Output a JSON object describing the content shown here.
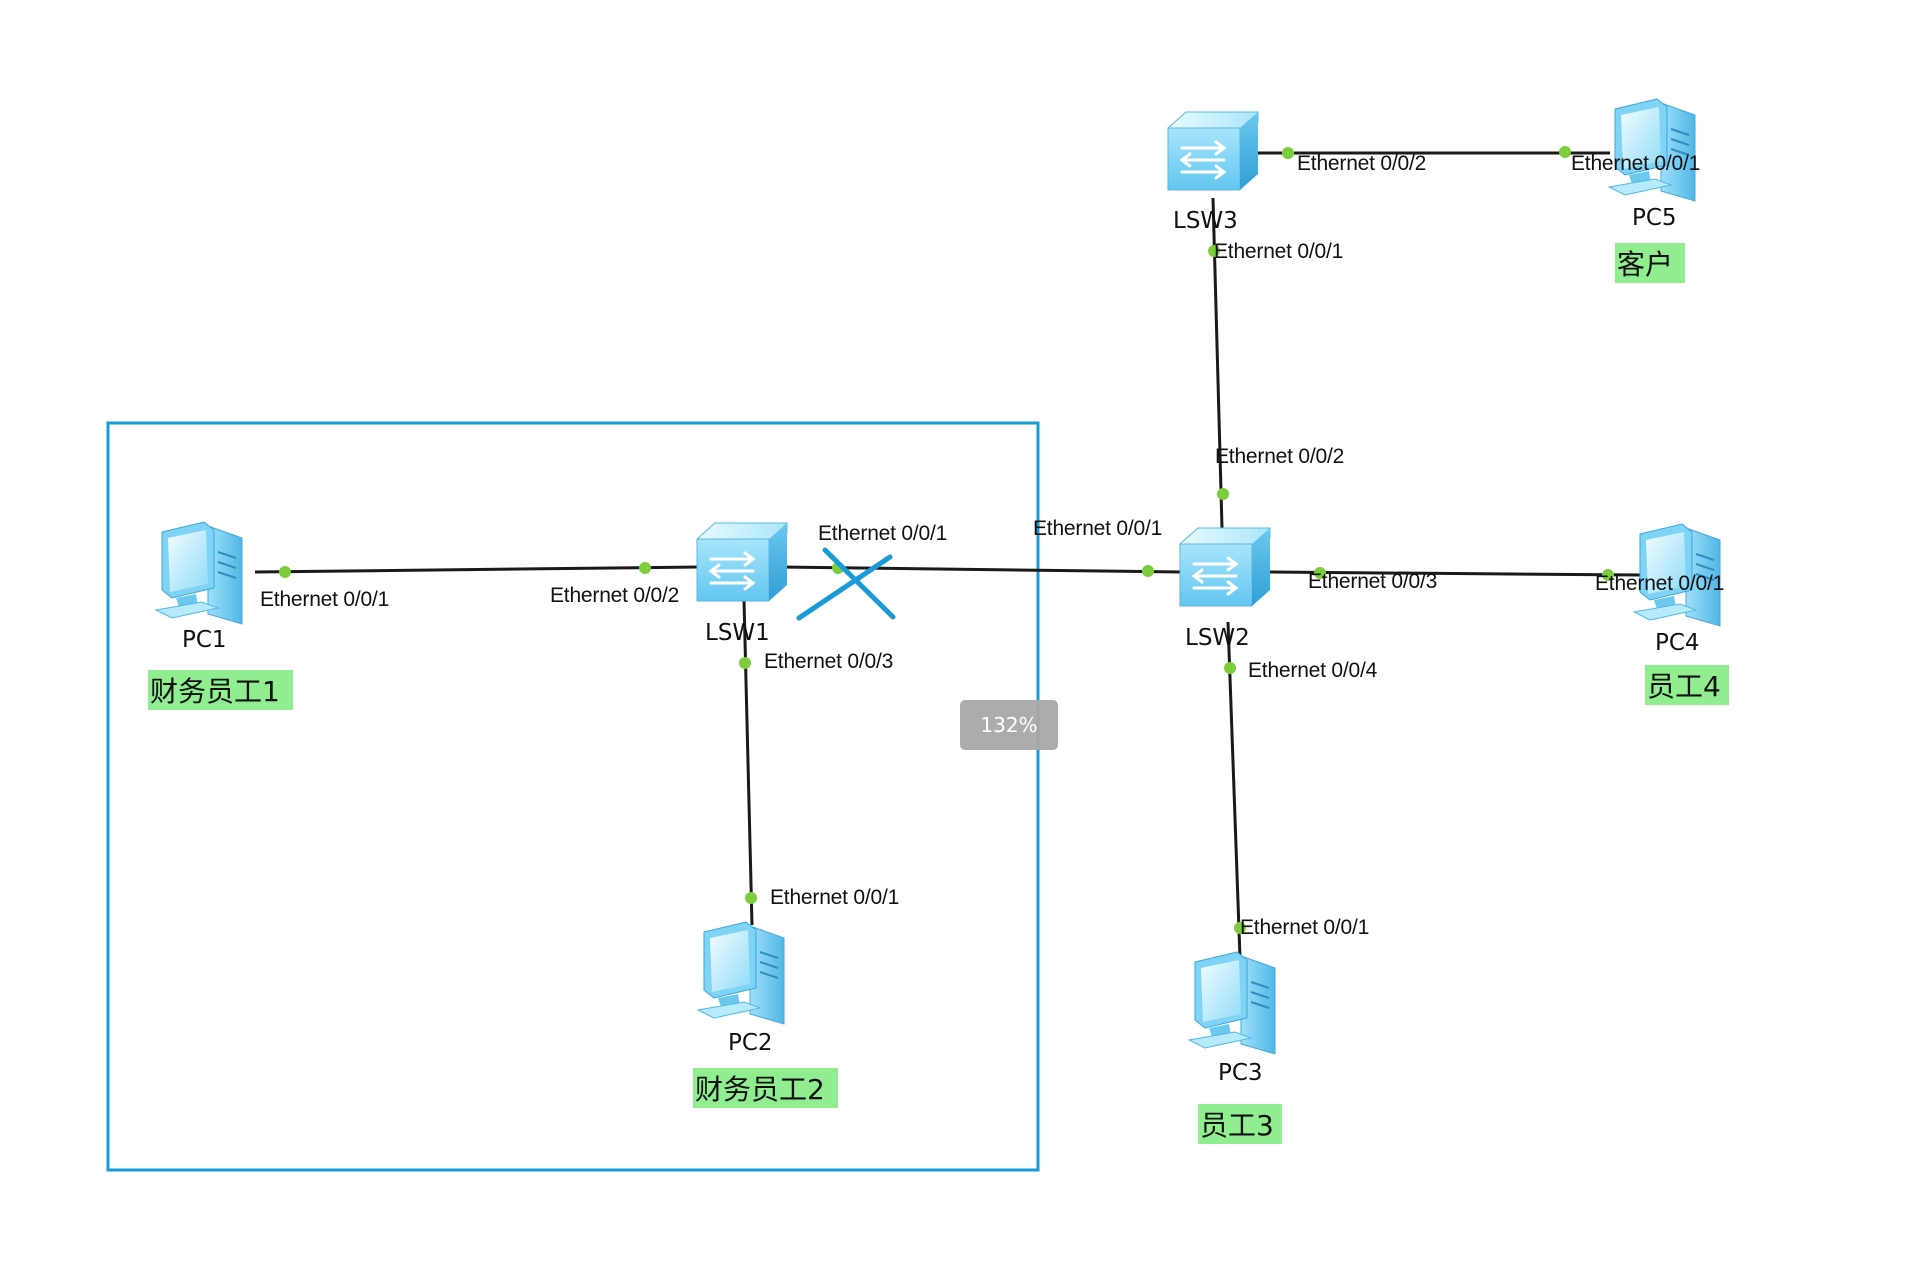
{
  "devices": {
    "lsw1": {
      "name": "LSW1",
      "type": "switch"
    },
    "lsw2": {
      "name": "LSW2",
      "type": "switch"
    },
    "lsw3": {
      "name": "LSW3",
      "type": "switch"
    },
    "pc1": {
      "name": "PC1",
      "type": "pc",
      "note": "财务员工1"
    },
    "pc2": {
      "name": "PC2",
      "type": "pc",
      "note": "财务员工2"
    },
    "pc3": {
      "name": "PC3",
      "type": "pc",
      "note": "员工3"
    },
    "pc4": {
      "name": "PC4",
      "type": "pc",
      "note": "员工4"
    },
    "pc5": {
      "name": "PC5",
      "type": "pc",
      "note": "客户"
    }
  },
  "links": [
    {
      "a": "pc1",
      "a_port": "Ethernet 0/0/1",
      "b": "lsw1",
      "b_port": "Ethernet 0/0/2"
    },
    {
      "a": "lsw1",
      "a_port": "Ethernet 0/0/1",
      "b": "lsw2",
      "b_port": "Ethernet 0/0/1",
      "marked": "blocked"
    },
    {
      "a": "lsw1",
      "a_port": "Ethernet 0/0/3",
      "b": "pc2",
      "b_port": "Ethernet 0/0/1"
    },
    {
      "a": "lsw2",
      "a_port": "Ethernet 0/0/3",
      "b": "pc4",
      "b_port": "Ethernet 0/0/1"
    },
    {
      "a": "lsw2",
      "a_port": "Ethernet 0/0/4",
      "b": "pc3",
      "b_port": "Ethernet 0/0/1"
    },
    {
      "a": "lsw2",
      "a_port": "Ethernet 0/0/2",
      "b": "lsw3",
      "b_port": "Ethernet 0/0/1"
    },
    {
      "a": "lsw3",
      "a_port": "Ethernet 0/0/2",
      "b": "pc5",
      "b_port": "Ethernet 0/0/1"
    }
  ],
  "zoom_indicator": "132%",
  "colors": {
    "link": "#1a1a1a",
    "port_dot": "#7ccd3c",
    "note_bg": "#90ee90",
    "selection": "#1a9bd7",
    "cross_mark": "#1a9bd7",
    "device_light": "#c9f0ff",
    "device_mid": "#7fd4f5",
    "device_dark": "#3aa7dc",
    "zoom_bg": "#a8a8a8"
  }
}
